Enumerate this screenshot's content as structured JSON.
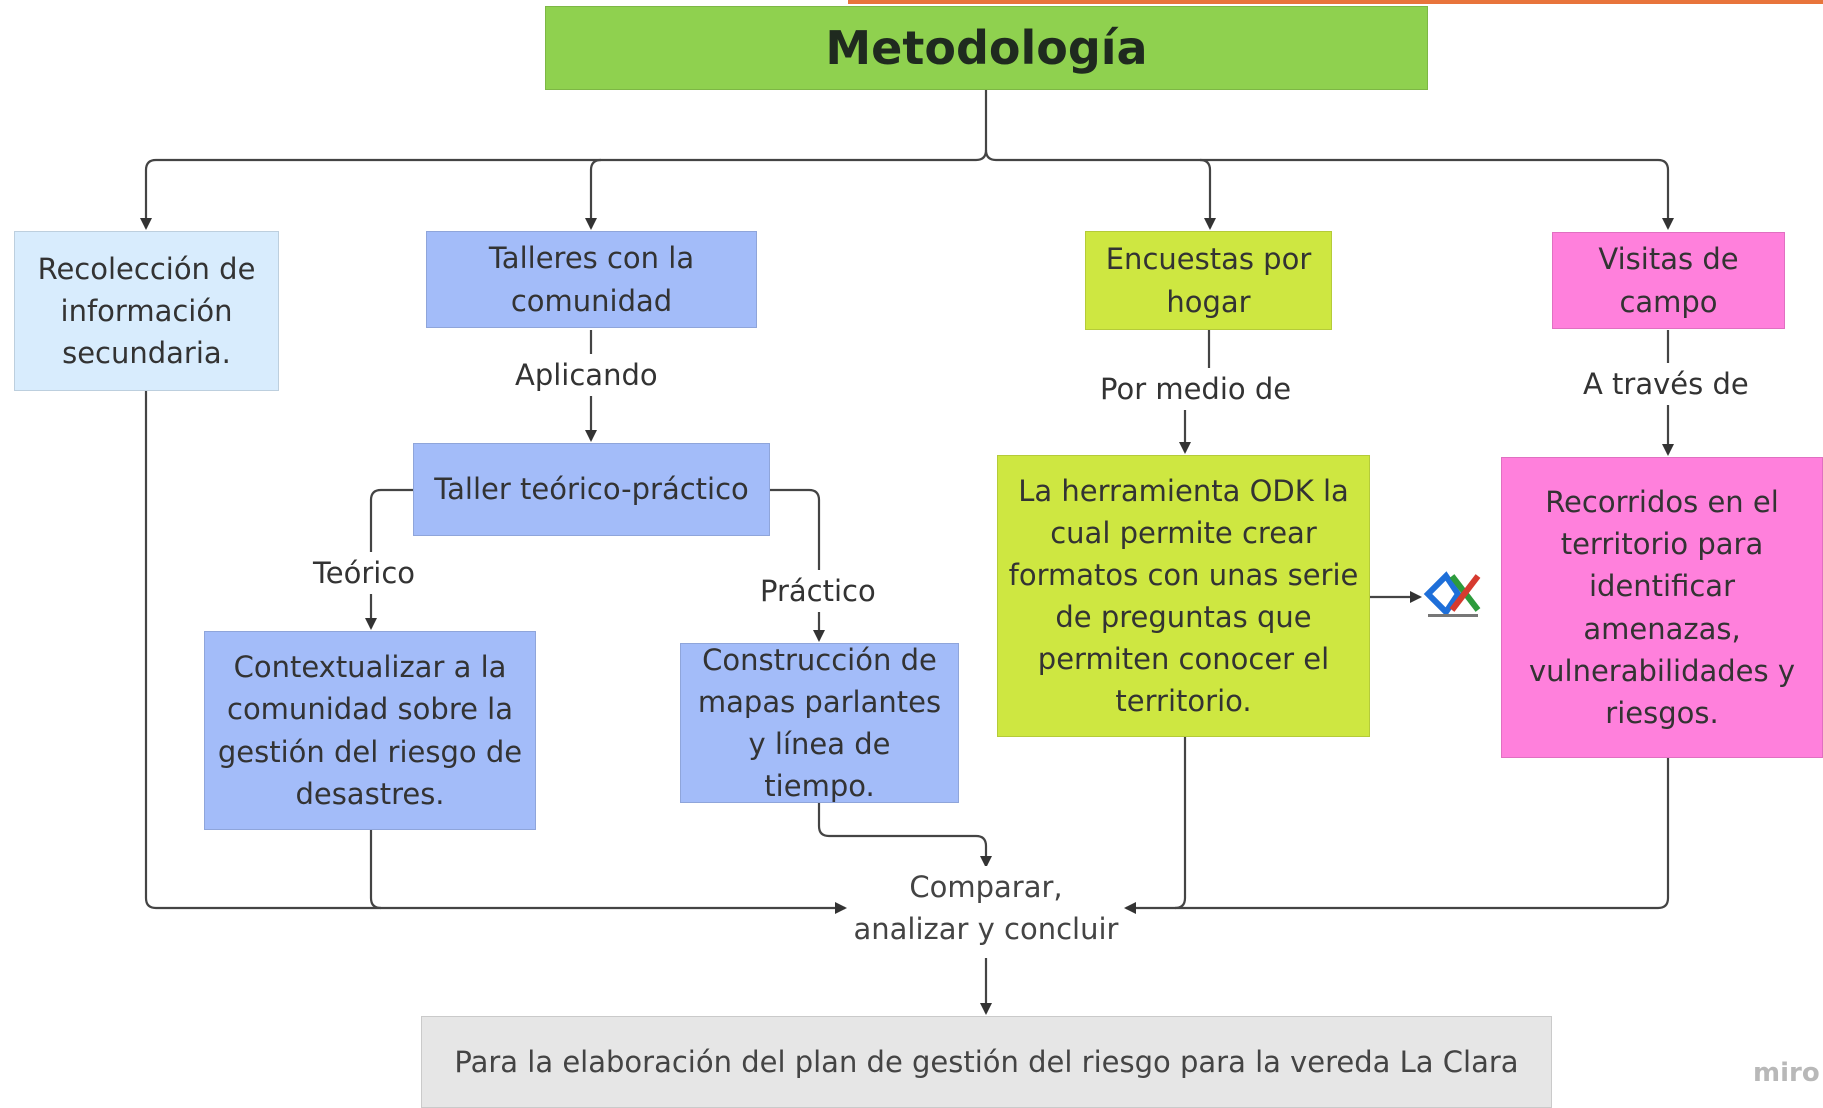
{
  "title": "Metodología",
  "branches": {
    "secundaria": "Recolección de información secundaria.",
    "talleres": "Talleres con la comunidad",
    "encuestas": "Encuestas por hogar",
    "visitas": "Visitas de campo"
  },
  "connectors": {
    "aplicando": "Aplicando",
    "por_medio_de": "Por medio  de",
    "a_traves_de": "A través de",
    "teorico": "Teórico",
    "practico": "Práctico"
  },
  "nodes": {
    "taller": "Taller teórico-práctico",
    "contextualizar": "Contextualizar a la comunidad sobre la gestión del riesgo de desastres.",
    "construccion": "Construcción de mapas parlantes y línea de tiempo.",
    "odk": "La herramienta ODK la cual permite crear formatos con unas serie de preguntas que permiten conocer el territorio.",
    "recorridos": "Recorridos en el territorio para identificar amenazas, vulnerabilidades y riesgos."
  },
  "merge": "Comparar, analizar y concluir",
  "result": "Para la elaboración del plan de gestión del riesgo para la vereda La Clara",
  "watermark": "miro",
  "colors": {
    "title_green": "#8fd14f",
    "light_blue": "#d8ecfd",
    "periwinkle": "#a3bcf9",
    "lime": "#cee741",
    "pink": "#ff80dc",
    "gray": "#e6e6e6",
    "accent_orange": "#e8743b"
  }
}
